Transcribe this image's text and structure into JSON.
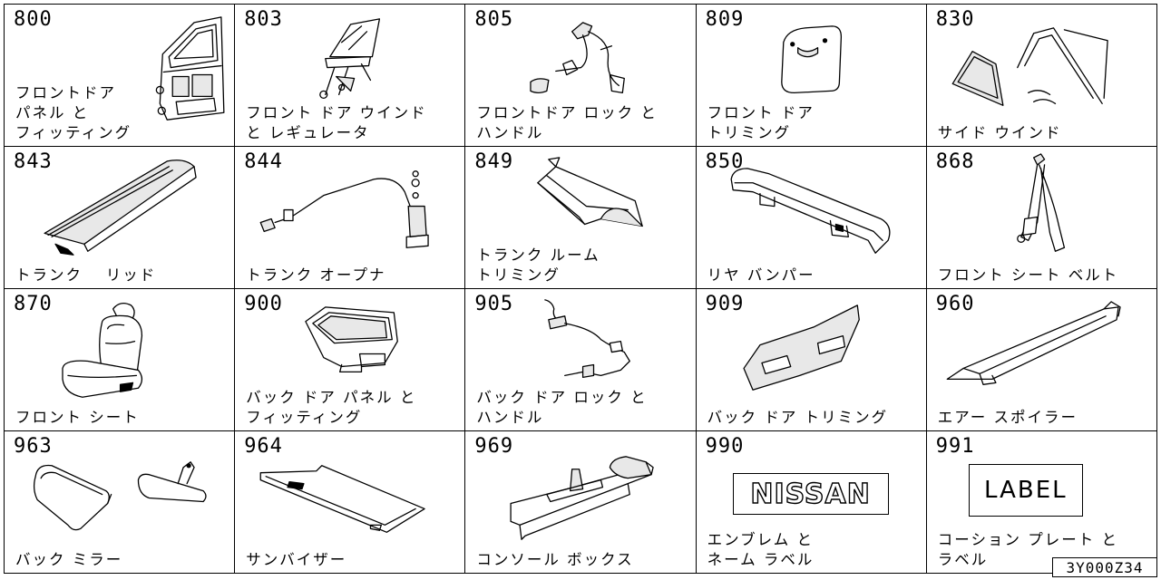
{
  "cells": [
    {
      "code": "800",
      "name": "フロントドア\nパネル と\nフィッティング",
      "icon": "front-door-panel"
    },
    {
      "code": "803",
      "name": "フロント ドア ウインド\nと レギュレータ",
      "icon": "door-window-regulator"
    },
    {
      "code": "805",
      "name": "フロントドア ロック と\nハンドル",
      "icon": "door-lock-handle"
    },
    {
      "code": "809",
      "name": "フロント ドア\nトリミング",
      "icon": "door-trim"
    },
    {
      "code": "830",
      "name": "サイド ウインド",
      "icon": "side-window"
    },
    {
      "code": "843",
      "name": "トランク　 リッド",
      "icon": "trunk-lid"
    },
    {
      "code": "844",
      "name": "トランク オープナ",
      "icon": "trunk-opener"
    },
    {
      "code": "849",
      "name": "トランク ルーム\nトリミング",
      "icon": "trunk-room-trim"
    },
    {
      "code": "850",
      "name": "リヤ バンパー",
      "icon": "rear-bumper"
    },
    {
      "code": "868",
      "name": "フロント シート ベルト",
      "icon": "seat-belt"
    },
    {
      "code": "870",
      "name": "フロント シート",
      "icon": "front-seat"
    },
    {
      "code": "900",
      "name": "バック ドア パネル と\nフィッティング",
      "icon": "back-door-panel"
    },
    {
      "code": "905",
      "name": "バック ドア ロック と\nハンドル",
      "icon": "back-door-lock"
    },
    {
      "code": "909",
      "name": "バック ドア トリミング",
      "icon": "back-door-trim"
    },
    {
      "code": "960",
      "name": "エアー スポイラー",
      "icon": "air-spoiler"
    },
    {
      "code": "963",
      "name": "バック ミラー",
      "icon": "mirror"
    },
    {
      "code": "964",
      "name": "サンバイザー",
      "icon": "sun-visor"
    },
    {
      "code": "969",
      "name": "コンソール ボックス",
      "icon": "console-box"
    },
    {
      "code": "990",
      "name": "エンブレム と\nネーム ラベル",
      "icon": "emblem",
      "emblem_text": "NISSAN"
    },
    {
      "code": "991",
      "name": "コーション プレート と\nラベル",
      "icon": "label",
      "label_text": "LABEL"
    }
  ],
  "diagram_id": "3Y000Z34"
}
